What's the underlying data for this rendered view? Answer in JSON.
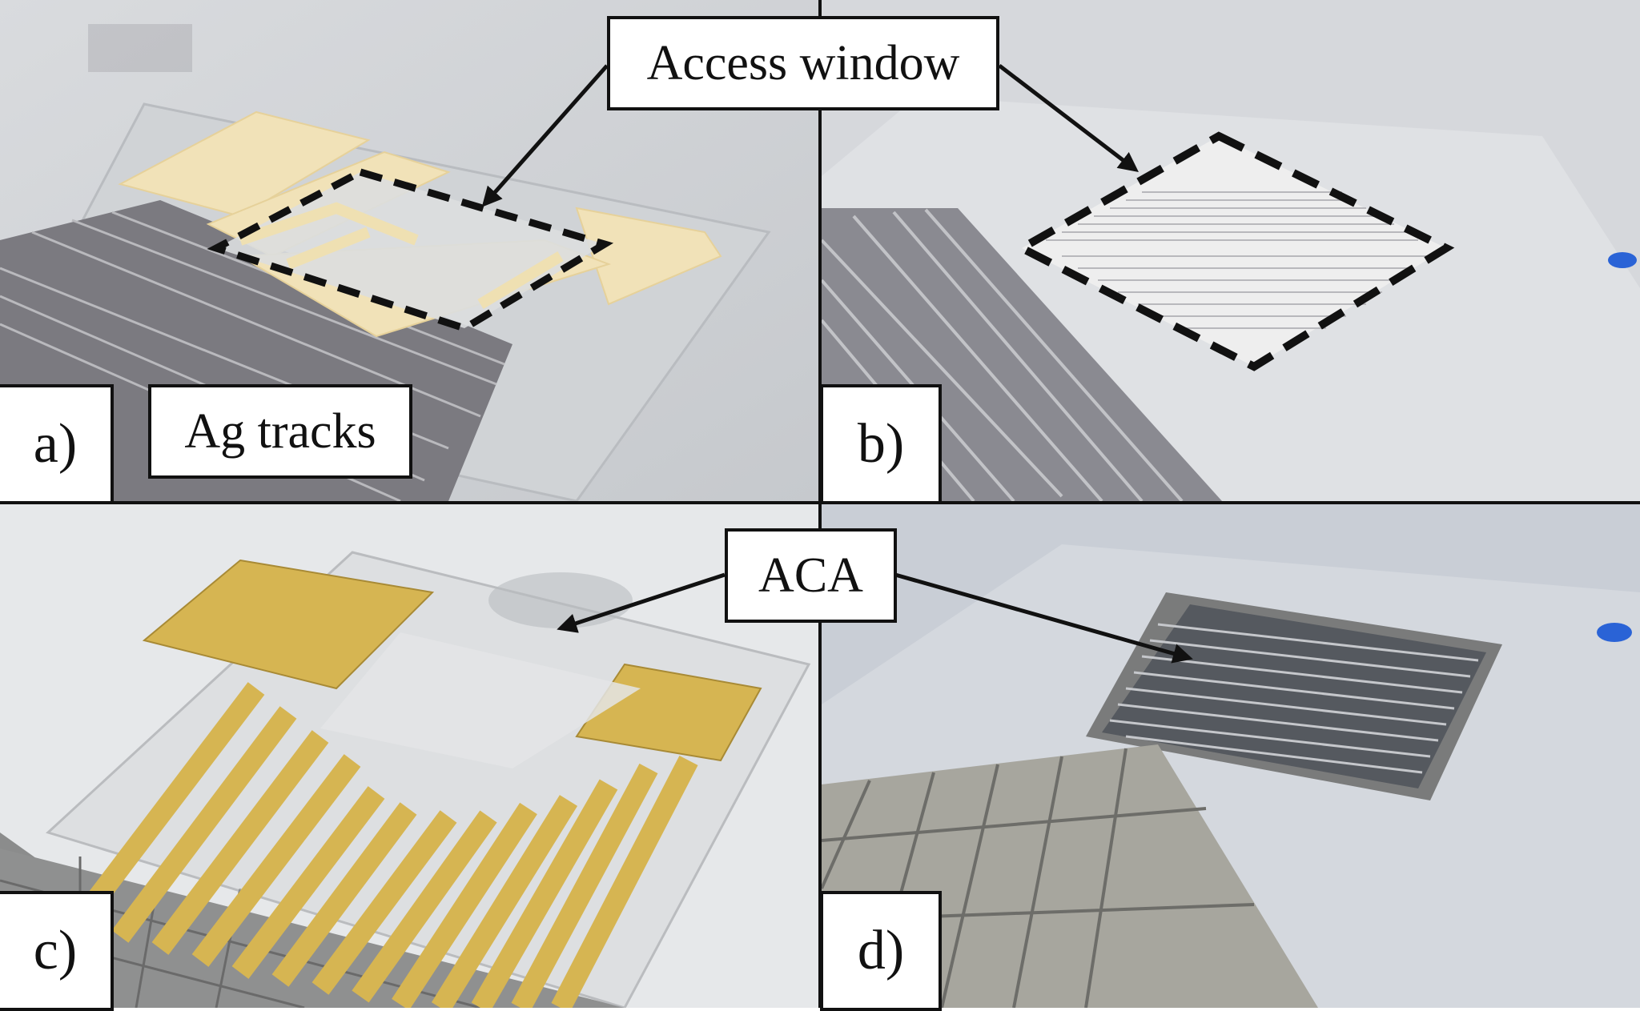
{
  "figure": {
    "panels": [
      {
        "id": "a",
        "label": "a)",
        "description_colors": {
          "substrate": "#cfd2d6",
          "tracks": "#f1e2b8",
          "silver": "#7d7c82"
        }
      },
      {
        "id": "b",
        "label": "b)",
        "description_colors": {
          "substrate": "#d6d8dc",
          "tracks": "#efefef",
          "silver": "#8a8a90"
        }
      },
      {
        "id": "c",
        "label": "c)",
        "description_colors": {
          "substrate": "#e4e6e9",
          "tracks": "#d8b654",
          "silver": "#8c8c8c"
        }
      },
      {
        "id": "d",
        "label": "d)",
        "description_colors": {
          "substrate": "#c9ced6",
          "tracks": "#4b4f57",
          "silver": "#a9a8a0"
        }
      }
    ],
    "callouts": {
      "access_window": "Access window",
      "ag_tracks": "Ag tracks",
      "aca": "ACA"
    },
    "colors": {
      "border": "#111111",
      "label_bg": "#ffffff",
      "arrow": "#111111",
      "blue_mark": "#2a63d6"
    }
  }
}
